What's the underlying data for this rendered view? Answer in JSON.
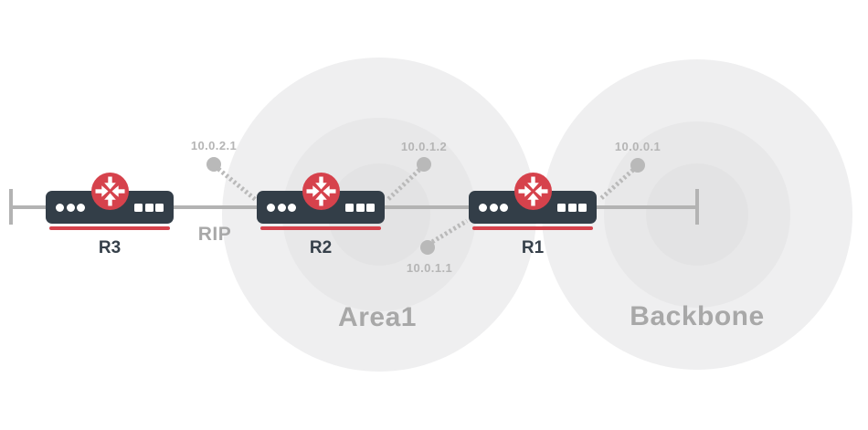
{
  "zones": [
    {
      "label": "Area1"
    },
    {
      "label": "Backbone"
    }
  ],
  "protocol": {
    "label": "RIP"
  },
  "routers": [
    {
      "label": "R3"
    },
    {
      "label": "R2"
    },
    {
      "label": "R1"
    }
  ],
  "interfaces": [
    {
      "ip": "10.0.2.1"
    },
    {
      "ip": "10.0.1.2"
    },
    {
      "ip": "10.0.1.1"
    },
    {
      "ip": "10.0.0.1"
    }
  ],
  "colors": {
    "router_body": "#333e48",
    "accent_red": "#d6424c",
    "link_line": "#b3b3b3",
    "interface_dot": "#b9b9b9",
    "ip_text": "#b5b5b5",
    "zone_text": "#a8a8a8",
    "router_text": "#36404a",
    "zone_outer": "#efeff0",
    "zone_mid": "#e8e8e9",
    "zone_inner": "#e3e3e4"
  }
}
